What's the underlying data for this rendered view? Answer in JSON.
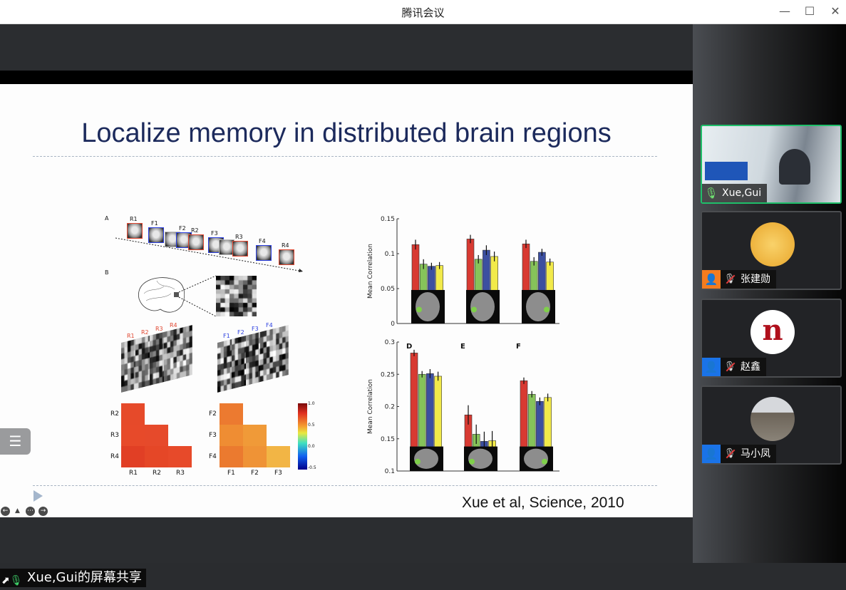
{
  "window": {
    "title": "腾讯会议",
    "minimize": "—",
    "maximize": "☐",
    "close": "✕"
  },
  "slide": {
    "title": "Localize memory in distributed brain regions",
    "citation": "Xue et al, Science, 2010",
    "figure": {
      "panel_a": "A",
      "panel_b": "B",
      "timeline": [
        {
          "label": "R1",
          "type": "R"
        },
        {
          "label": "F1",
          "type": "F"
        },
        {
          "label": "",
          "type": "N"
        },
        {
          "label": "F2",
          "type": "F"
        },
        {
          "label": "R2",
          "type": "R"
        },
        {
          "label": "F3",
          "type": "F"
        },
        {
          "label": "",
          "type": "N"
        },
        {
          "label": "R3",
          "type": "R"
        },
        {
          "label": "F4",
          "type": "F"
        },
        {
          "label": "R4",
          "type": "R"
        }
      ],
      "stack_r": [
        "R1",
        "R2",
        "R3",
        "R4"
      ],
      "stack_f": [
        "F1",
        "F2",
        "F3",
        "F4"
      ],
      "heat_r": {
        "rows": [
          "R2",
          "R3",
          "R4"
        ],
        "cols": [
          "R1",
          "R2",
          "R3"
        ],
        "colors": [
          [
            "#e64a2a"
          ],
          [
            "#e74a2a",
            "#e64a2b"
          ],
          [
            "#e13f25",
            "#e54727",
            "#e74a2a"
          ]
        ]
      },
      "heat_f": {
        "rows": [
          "F2",
          "F3",
          "F4"
        ],
        "cols": [
          "F1",
          "F2",
          "F3"
        ],
        "colors": [
          [
            "#ec7a30"
          ],
          [
            "#ef8d33",
            "#f09a38"
          ],
          [
            "#eb7a2f",
            "#ef9336",
            "#f2b545"
          ]
        ]
      },
      "colorbar_ticks": [
        "1.0",
        "0.5",
        "0.0",
        "-0.5"
      ]
    }
  },
  "chart_data": [
    {
      "type": "bar",
      "ylabel": "Mean Correlation",
      "ylim": [
        0,
        0.15
      ],
      "yticks": [
        "0",
        "0.05",
        "0.1",
        "0.15"
      ],
      "groups": [
        "",
        "",
        ""
      ],
      "series_colors": [
        "#d83a32",
        "#86c35a",
        "#3c4fa0",
        "#f2ea4a"
      ],
      "values": [
        [
          0.113,
          0.085,
          0.082,
          0.083
        ],
        [
          0.121,
          0.092,
          0.105,
          0.096
        ],
        [
          0.114,
          0.089,
          0.102,
          0.088
        ]
      ],
      "errors": [
        [
          0.007,
          0.007,
          0.005,
          0.005
        ],
        [
          0.006,
          0.006,
          0.007,
          0.007
        ],
        [
          0.006,
          0.006,
          0.005,
          0.005
        ]
      ]
    },
    {
      "type": "bar",
      "ylabel": "Mean Correlation",
      "ylim": [
        0.1,
        0.3
      ],
      "yticks": [
        "0.1",
        "0.15",
        "0.2",
        "0.25",
        "0.3"
      ],
      "groups": [
        "D",
        "E",
        "F"
      ],
      "series_colors": [
        "#d83a32",
        "#86c35a",
        "#3c4fa0",
        "#f2ea4a"
      ],
      "values": [
        [
          0.283,
          0.25,
          0.251,
          0.247
        ],
        [
          0.187,
          0.157,
          0.146,
          0.147
        ],
        [
          0.24,
          0.219,
          0.208,
          0.214
        ]
      ],
      "errors": [
        [
          0.005,
          0.005,
          0.007,
          0.007
        ],
        [
          0.015,
          0.015,
          0.015,
          0.015
        ],
        [
          0.005,
          0.005,
          0.006,
          0.006
        ]
      ]
    }
  ],
  "share": {
    "label": "Xue,Gui的屏幕共享"
  },
  "participants": [
    {
      "name": "Xue,Gui"
    },
    {
      "name": "张建勋",
      "badge_color": "#f57c1f"
    },
    {
      "name": "赵鑫",
      "badge_color": "#1a73e8"
    },
    {
      "name": "马小凤",
      "badge_color": "#1a73e8"
    }
  ]
}
